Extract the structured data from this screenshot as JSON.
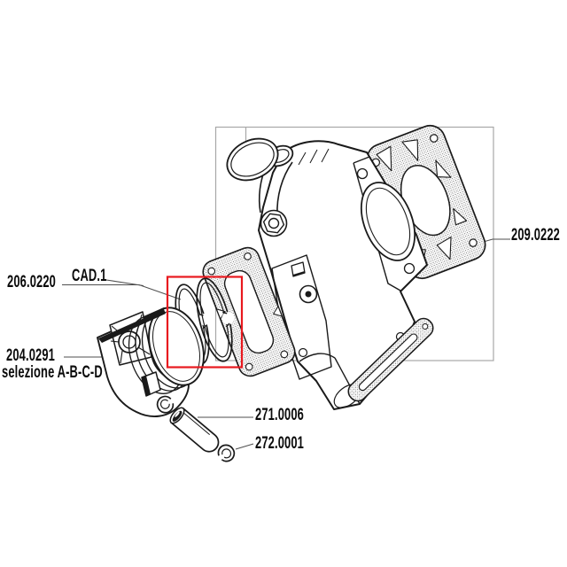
{
  "image_type": "exploded engine cylinder-kit parts diagram",
  "labels": {
    "part_209": "209.0222",
    "part_206": "206.0220",
    "cad_ref": "CAD.1",
    "part_204": "204.0291",
    "part_204_note": "selezione A-B-C-D",
    "part_271": "271.0006",
    "part_272": "272.0001"
  },
  "colors": {
    "background": "#ffffff",
    "line_art": "#1a1a1a",
    "frame_border": "#a8a8a8",
    "leader_line": "#4f4f4f",
    "highlight_box": "#e8191f",
    "label_text": "#0b0b0b"
  },
  "drawing_parts": [
    "drawing-frame",
    "exhaust-o-ring",
    "exhaust-flange",
    "cylinder-body",
    "cylinder-head-gasket",
    "cylinder-base-gasket",
    "manifold-gasket",
    "piston",
    "piston-rings",
    "wrist-pin",
    "circlip-upper",
    "circlip-lower",
    "highlight-box"
  ]
}
